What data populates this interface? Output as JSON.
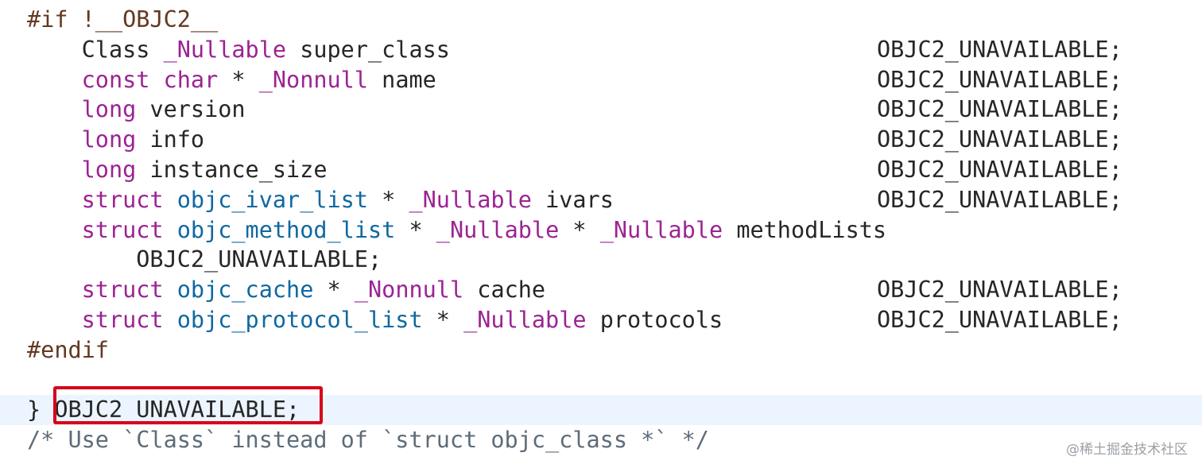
{
  "editor": {
    "lines": [
      {
        "tokens": [
          {
            "t": "#if !__OBJC2__",
            "k": "pre"
          }
        ]
      },
      {
        "tokens": [
          {
            "t": "    Class ",
            "k": "id"
          },
          {
            "t": "_Nullable",
            "k": "kw"
          },
          {
            "t": " super_class",
            "k": "id"
          }
        ],
        "suffix": "OBJC2_UNAVAILABLE;"
      },
      {
        "tokens": [
          {
            "t": "    ",
            "k": "id"
          },
          {
            "t": "const",
            "k": "kw"
          },
          {
            "t": " ",
            "k": "id"
          },
          {
            "t": "char",
            "k": "kw"
          },
          {
            "t": " * ",
            "k": "id"
          },
          {
            "t": "_Nonnull",
            "k": "kw"
          },
          {
            "t": " name",
            "k": "id"
          }
        ],
        "suffix": "OBJC2_UNAVAILABLE;"
      },
      {
        "tokens": [
          {
            "t": "    ",
            "k": "id"
          },
          {
            "t": "long",
            "k": "kw"
          },
          {
            "t": " version",
            "k": "id"
          }
        ],
        "suffix": "OBJC2_UNAVAILABLE;"
      },
      {
        "tokens": [
          {
            "t": "    ",
            "k": "id"
          },
          {
            "t": "long",
            "k": "kw"
          },
          {
            "t": " info",
            "k": "id"
          }
        ],
        "suffix": "OBJC2_UNAVAILABLE;"
      },
      {
        "tokens": [
          {
            "t": "    ",
            "k": "id"
          },
          {
            "t": "long",
            "k": "kw"
          },
          {
            "t": " instance_size",
            "k": "id"
          }
        ],
        "suffix": "OBJC2_UNAVAILABLE;"
      },
      {
        "tokens": [
          {
            "t": "    ",
            "k": "id"
          },
          {
            "t": "struct",
            "k": "kw"
          },
          {
            "t": " ",
            "k": "id"
          },
          {
            "t": "objc_ivar_list",
            "k": "type"
          },
          {
            "t": " * ",
            "k": "id"
          },
          {
            "t": "_Nullable",
            "k": "kw"
          },
          {
            "t": " ivars",
            "k": "id"
          }
        ],
        "suffix": "OBJC2_UNAVAILABLE;"
      },
      {
        "tokens": [
          {
            "t": "    ",
            "k": "id"
          },
          {
            "t": "struct",
            "k": "kw"
          },
          {
            "t": " ",
            "k": "id"
          },
          {
            "t": "objc_method_list",
            "k": "type"
          },
          {
            "t": " * ",
            "k": "id"
          },
          {
            "t": "_Nullable",
            "k": "kw"
          },
          {
            "t": " * ",
            "k": "id"
          },
          {
            "t": "_Nullable",
            "k": "kw"
          },
          {
            "t": " methodLists",
            "k": "id"
          }
        ]
      },
      {
        "tokens": [
          {
            "t": "        OBJC2_UNAVAILABLE;",
            "k": "id"
          }
        ]
      },
      {
        "tokens": [
          {
            "t": "    ",
            "k": "id"
          },
          {
            "t": "struct",
            "k": "kw"
          },
          {
            "t": " ",
            "k": "id"
          },
          {
            "t": "objc_cache",
            "k": "type"
          },
          {
            "t": " * ",
            "k": "id"
          },
          {
            "t": "_Nonnull",
            "k": "kw"
          },
          {
            "t": " cache",
            "k": "id"
          }
        ],
        "suffix": "OBJC2_UNAVAILABLE;"
      },
      {
        "tokens": [
          {
            "t": "    ",
            "k": "id"
          },
          {
            "t": "struct",
            "k": "kw"
          },
          {
            "t": " ",
            "k": "id"
          },
          {
            "t": "objc_protocol_list",
            "k": "type"
          },
          {
            "t": " * ",
            "k": "id"
          },
          {
            "t": "_Nullable",
            "k": "kw"
          },
          {
            "t": " protocols",
            "k": "id"
          }
        ],
        "suffix": "OBJC2_UNAVAILABLE;"
      },
      {
        "tokens": [
          {
            "t": "#endif",
            "k": "pre"
          }
        ]
      },
      {
        "tokens": []
      },
      {
        "tokens": [
          {
            "t": "} OBJC2_UNAVAILABLE;",
            "k": "id"
          }
        ],
        "current": true
      },
      {
        "tokens": [
          {
            "t": "/* Use `Class` instead of `struct objc_class *` */",
            "k": "comment"
          }
        ]
      }
    ]
  },
  "colors": {
    "preprocessor": "#643820",
    "keyword": "#9b2393",
    "type": "#0f68a0",
    "identifier": "#262626",
    "comment": "#5d6c79",
    "current_line": "#ecf5ff",
    "annotation_box": "#d9001b"
  },
  "watermark": "@稀土掘金技术社区"
}
